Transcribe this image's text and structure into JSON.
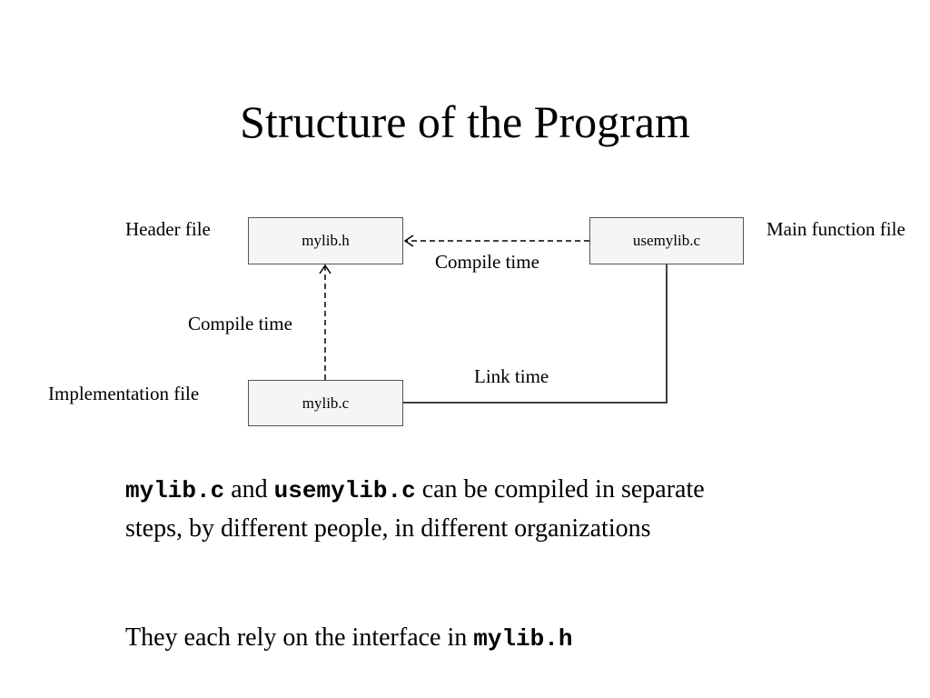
{
  "slide": {
    "title": "Structure of the Program"
  },
  "diagram": {
    "boxes": {
      "header": "mylib.h",
      "main": "usemylib.c",
      "impl": "mylib.c"
    },
    "labels": {
      "header_file": "Header file",
      "main_function_file": "Main function file",
      "implementation_file": "Implementation file",
      "compile_time_top": "Compile time",
      "compile_time_left": "Compile time",
      "link_time": "Link time"
    },
    "edges": [
      {
        "from": "usemylib.c",
        "to": "mylib.h",
        "style": "dashed",
        "arrow": true,
        "label": "Compile time"
      },
      {
        "from": "mylib.c",
        "to": "mylib.h",
        "style": "dashed",
        "arrow": true,
        "label": "Compile time"
      },
      {
        "from": "mylib.c",
        "to": "usemylib.c",
        "style": "solid",
        "arrow": false,
        "label": "Link time"
      }
    ]
  },
  "body": {
    "p1": {
      "code_a": "mylib.c",
      "text_and": " and ",
      "code_b": "usemylib.c",
      "text_rest": " can be compiled in separate steps, by different people, in different organizations"
    },
    "p2": {
      "text": "They each rely on the interface in ",
      "code": "mylib.h"
    }
  }
}
